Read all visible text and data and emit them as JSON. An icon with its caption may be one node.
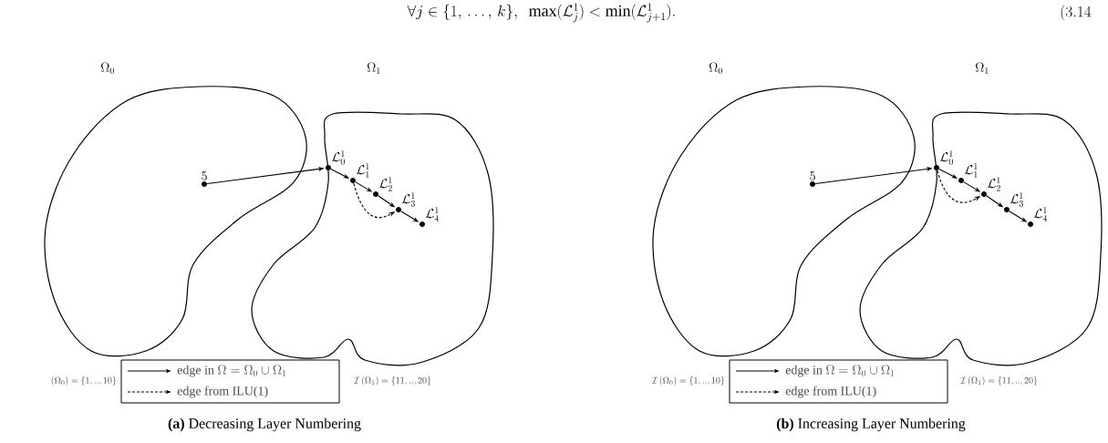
{
  "diagram": {
    "nodes": [
      {
        "text": [
          "\\Omega_0"
        ]
      },
      {
        "text": [
          "\\Omega_1"
        ]
      },
      {
        "text": [
          "5"
        ],
        "in": 0
      },
      {
        "text": [
          "\\mathcal{L}_0^1"
        ],
        "in": 1
      },
      {
        "text": [
          "\\mathcal{L}_1^1"
        ],
        "in": 1
      },
      {
        "text": [
          "\\mathcal{L}_2^1"
        ],
        "in": 1
      },
      {
        "text": [
          "\\mathcal{L}_3^1"
        ],
        "in": 1
      },
      {
        "text": [
          "\\mathcal{L}_4^1"
        ],
        "in": 1
      },
      {
        "text": [
          "\\Omega_0"
        ]
      },
      {
        "text": [
          "\\Omega_1"
        ]
      },
      {
        "text": [
          "5"
        ],
        "in": 8
      },
      {
        "text": [
          "\\mathcal{L}_0^1"
        ],
        "in": 9
      },
      {
        "text": [
          "\\mathcal{L}_1^1"
        ],
        "in": 9
      },
      {
        "text": [
          "\\mathcal{L}_2^1"
        ],
        "in": 9
      },
      {
        "text": [
          "\\mathcal{L}_3^1"
        ],
        "in": 9
      },
      {
        "text": [
          "\\mathcal{L}_4^1"
        ],
        "in": 9
      }
    ],
    "edges": [
      {
        "from": 2,
        "to": 3,
        "arrow": "to"
      },
      {
        "from": 3,
        "to": 4,
        "arrow": "to"
      },
      {
        "from": 4,
        "to": 5,
        "arrow": "to"
      },
      {
        "from": 5,
        "to": 6,
        "arrow": "to"
      },
      {
        "from": 6,
        "to": 7,
        "arrow": "to"
      },
      {
        "from": 4,
        "to": 6,
        "arrow": "to",
        "style": "dashed"
      },
      {
        "from": 10,
        "to": 11,
        "arrow": "to"
      },
      {
        "from": 11,
        "to": 12,
        "arrow": "to"
      },
      {
        "from": 12,
        "to": 13,
        "arrow": "to"
      },
      {
        "from": 13,
        "to": 14,
        "arrow": "to"
      },
      {
        "from": 14,
        "to": 15,
        "arrow": "to"
      },
      {
        "from": 11,
        "to": 13,
        "arrow": "to",
        "style": "dashed"
      }
    ],
    "labels": [
      "\\forall j \\in \\{1,\\,\\ldots,\\,k\\},\\ \\ \\max(\\mathcal{L}_j^1) < \\min(\\mathcal{L}_{j+1}^1).",
      "(3.14",
      "(\\Omega_0) = \\{1,..,10\\}",
      "\\mathcal{I}\\,(\\Omega_1) = \\{11,..,20\\}",
      "\\mathcal{I}\\,(\\Omega_0) = \\{1,..,10\\}",
      "\\mathcal{I}\\,(\\Omega_1) = \\{11,..,20\\}",
      "**(a)** Decreasing Layer Numbering",
      "**(b)** Increasing Layer Numbering"
    ],
    "legend": [
      {
        "text": "\\mbox{edge in } \\Omega = \\Omega_0 \\cup \\Omega_1"
      },
      {
        "text": "\\mbox{edge from ILU(1)}"
      },
      {
        "text": "\\mbox{edge in } \\Omega = \\Omega_0 \\cup \\Omega_1"
      },
      {
        "text": "\\mbox{edge from ILU(1)}"
      }
    ]
  }
}
